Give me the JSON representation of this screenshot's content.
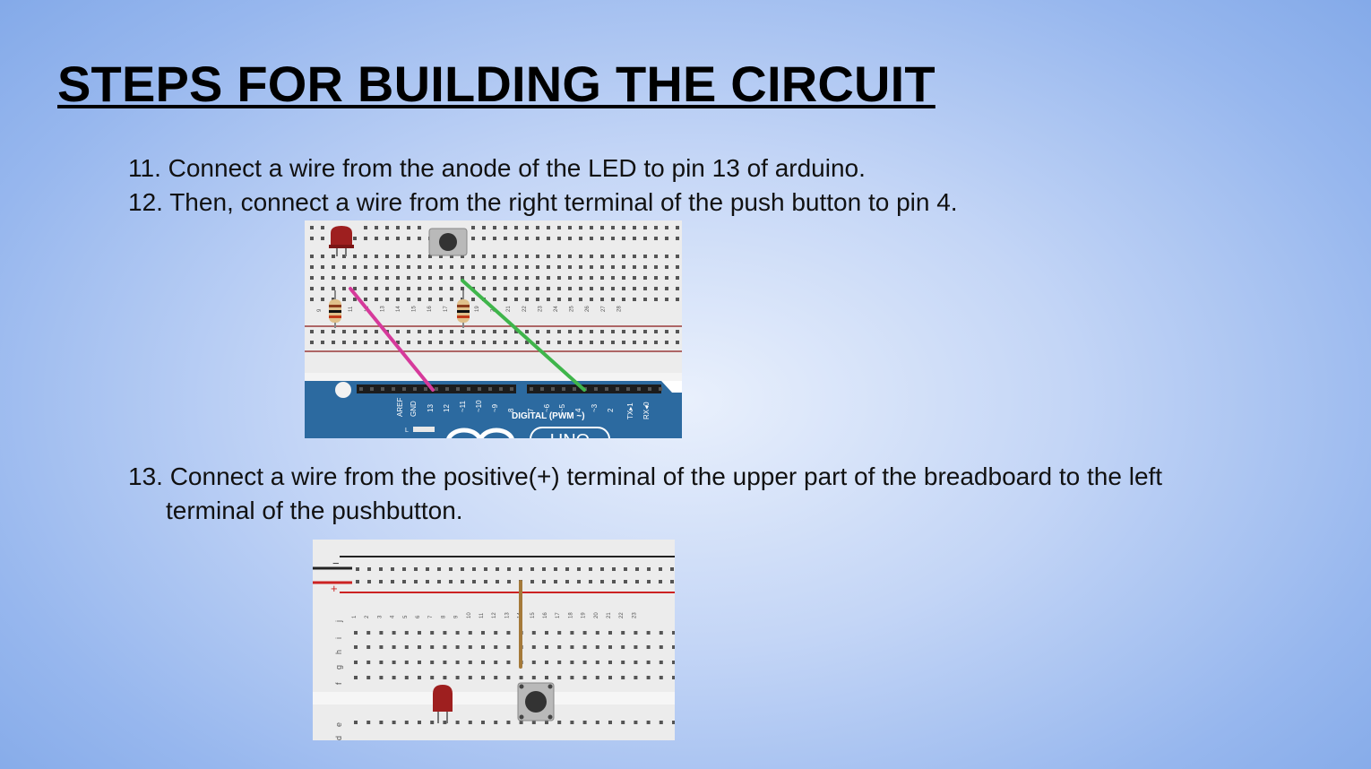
{
  "slide": {
    "title": "STEPS FOR BUILDING THE CIRCUIT",
    "steps": [
      "11. Connect a wire from the anode of the LED to pin 13 of arduino.",
      "12. Then, connect a wire from the right terminal of the push button to pin 4.",
      "13. Connect a wire from the positive(+) terminal of the upper part of the breadboard to the left",
      "terminal of the pushbutton."
    ]
  },
  "figure1": {
    "board_labels": [
      "AREF",
      "GND",
      "13",
      "12",
      "~11",
      "~10",
      "~9",
      "8",
      "7",
      "~6",
      "~5",
      "4",
      "~3",
      "2",
      "TX▸1",
      "RX◂0"
    ],
    "digital_label": "DIGITAL (PWM ~)",
    "l_label": "L",
    "uno_label": "UNO",
    "column_numbers": [
      "9",
      "10",
      "11",
      "12",
      "13",
      "14",
      "15",
      "16",
      "17",
      "18",
      "19",
      "20",
      "21",
      "22",
      "23",
      "24",
      "25",
      "26",
      "27",
      "28"
    ],
    "wire_colors": {
      "anode_wire": "#d63a9b",
      "button_wire": "#3fb54b"
    },
    "board_color": "#2c6aa0"
  },
  "figure2": {
    "rail_minus": "−",
    "rail_plus": "+",
    "row_letters": [
      "j",
      "i",
      "h",
      "g",
      "f",
      "e",
      "d"
    ],
    "column_numbers": [
      "1",
      "2",
      "3",
      "4",
      "5",
      "6",
      "7",
      "8",
      "9",
      "10",
      "11",
      "12",
      "13",
      "14",
      "15",
      "16",
      "17",
      "18",
      "19",
      "20",
      "21",
      "22",
      "23"
    ],
    "wire_colors": {
      "positive_wire": "#a57a3a"
    }
  }
}
